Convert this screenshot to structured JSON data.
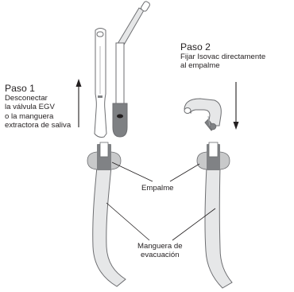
{
  "step1": {
    "title": "Paso 1",
    "lines": [
      "Desconectar",
      "la válvula EGV",
      "o la manguera",
      "extractora de saliva"
    ]
  },
  "step2": {
    "title": "Paso 2",
    "lines": [
      "Fijar Isovac directamente",
      "al empalme"
    ]
  },
  "labels": {
    "empalme": "Empalme",
    "manguera_line1": "Manguera de",
    "manguera_line2": "evacuación"
  },
  "colors": {
    "hose_fill": "#e6e7e8",
    "outline": "#6d6e71",
    "connector": "#c8c9ca",
    "collar": "#808285",
    "dark_part": "#7e8083"
  }
}
